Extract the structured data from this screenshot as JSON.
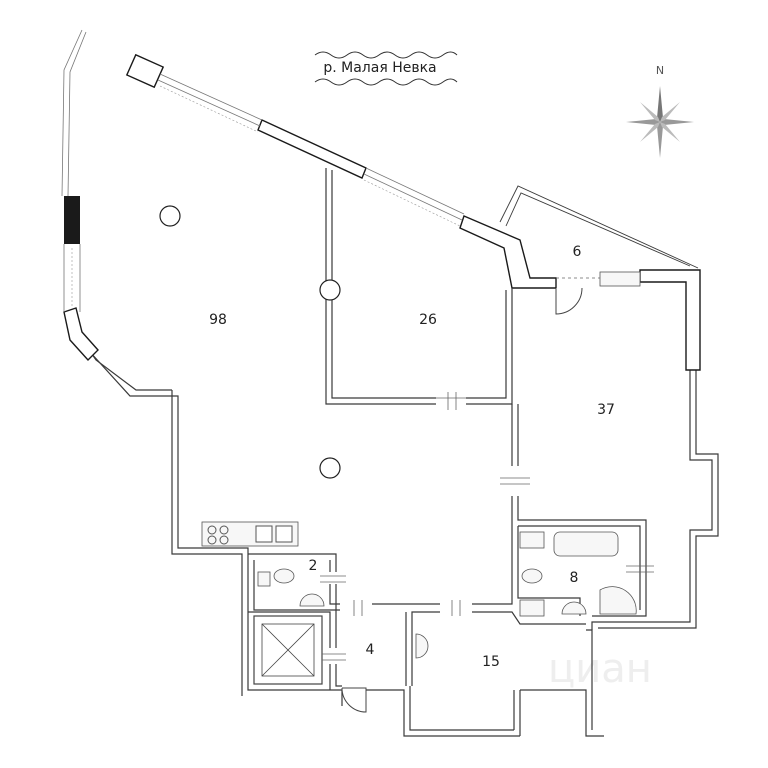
{
  "river": {
    "label": "р. Малая Невка"
  },
  "compass": {
    "north": "N"
  },
  "rooms": [
    {
      "id": "living",
      "area": "98"
    },
    {
      "id": "bedroom-1",
      "area": "26"
    },
    {
      "id": "balcony",
      "area": "6"
    },
    {
      "id": "bedroom-2",
      "area": "37"
    },
    {
      "id": "wc-small",
      "area": "2"
    },
    {
      "id": "bathroom",
      "area": "8"
    },
    {
      "id": "hall",
      "area": "4"
    },
    {
      "id": "room-15",
      "area": "15"
    }
  ],
  "watermark": {
    "text": "циан"
  },
  "colors": {
    "wall": "#3a3a3a",
    "thick_wall": "#1a1a1a",
    "background": "#ffffff"
  }
}
